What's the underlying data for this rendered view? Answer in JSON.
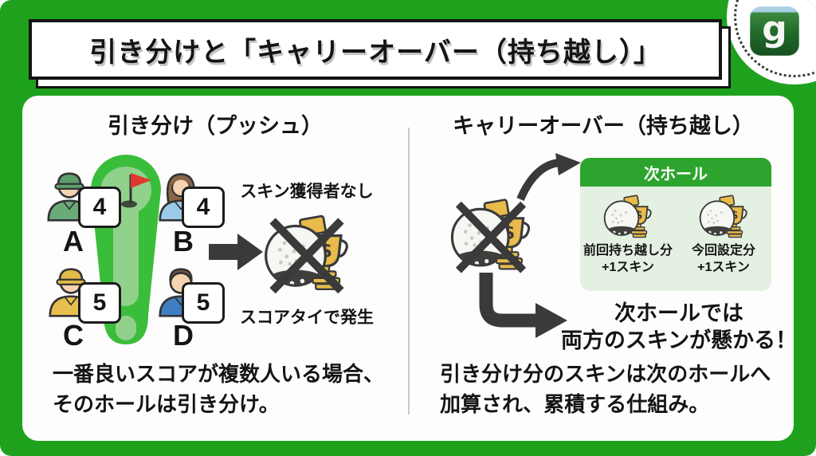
{
  "title": "引き分けと「キャリーオーバー（持ち越し）」",
  "brand": {
    "logo_letter": "g"
  },
  "colors": {
    "frame_green": "#1ea21e",
    "hole_green": "#3abd3a",
    "hole_light_green": "#90d18c",
    "next_hole_header_green": "#2da42d",
    "next_hole_body_green": "#e4f1e2",
    "gold": "#e9bb4a",
    "arrow_dark": "#3a3a3a",
    "flag_red": "#e0392e"
  },
  "icons": {
    "logo": "app-logo-g-icon",
    "skin": "golf-ball-trophy-icon",
    "cross": "cross-mark-icon",
    "flag": "red-flag-icon",
    "arrows": [
      "block-right-arrow-icon",
      "curved-up-arrow-icon",
      "elbow-down-right-arrow-icon"
    ]
  },
  "left": {
    "heading": "引き分け（プッシュ）",
    "players": [
      {
        "label": "A",
        "score": "4"
      },
      {
        "label": "B",
        "score": "4"
      },
      {
        "label": "C",
        "score": "5"
      },
      {
        "label": "D",
        "score": "5"
      }
    ],
    "no_winner_label": "スキン獲得者なし",
    "tie_label": "スコアタイで発生",
    "description_line1": "一番良いスコアが複数人いる場合、",
    "description_line2": "そのホールは引き分け。"
  },
  "right": {
    "heading": "キャリーオーバー（持ち越し）",
    "next_hole": {
      "header": "次ホール",
      "items": [
        {
          "line1": "前回持ち越し分",
          "line2": "+1スキン"
        },
        {
          "line1": "今回設定分",
          "line2": "+1スキン"
        }
      ]
    },
    "result_line1": "次ホールでは",
    "result_line2": "両方のスキンが懸かる！",
    "description_line1": "引き分け分のスキンは次のホールへ",
    "description_line2": "加算され、累積する仕組み。"
  }
}
